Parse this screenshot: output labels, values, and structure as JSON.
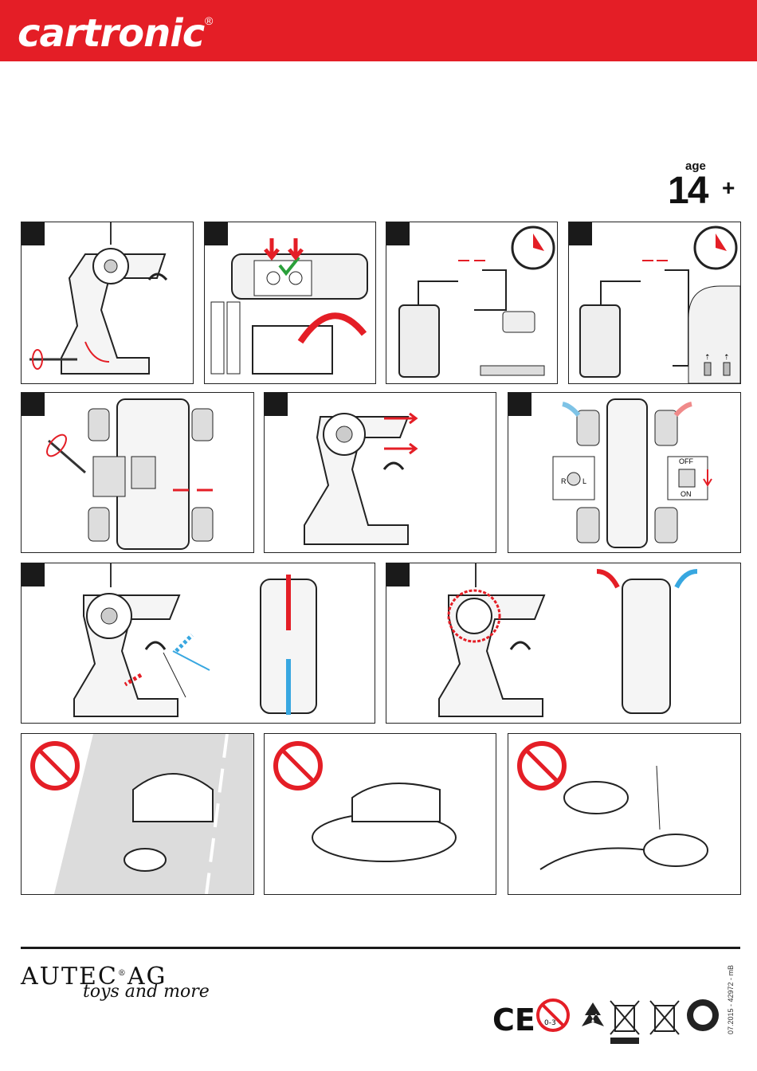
{
  "header": {
    "brand": "cartronic",
    "registered": "®",
    "color": "#e41e26"
  },
  "age": {
    "label": "age",
    "number": "14",
    "plus": "+"
  },
  "panels": {
    "charge": {
      "ports": [
        "⇡",
        "⇡"
      ]
    },
    "switch": {
      "off": "OFF",
      "on": "ON",
      "r": "R",
      "l": "L"
    }
  },
  "footer": {
    "company": "AUTEC",
    "company_reg": "®",
    "company_suffix": "AG",
    "tagline": "toys and more",
    "doc_code": "07.2015 - 42972 - mB",
    "ce": "CE",
    "age_warning": "0-3"
  }
}
